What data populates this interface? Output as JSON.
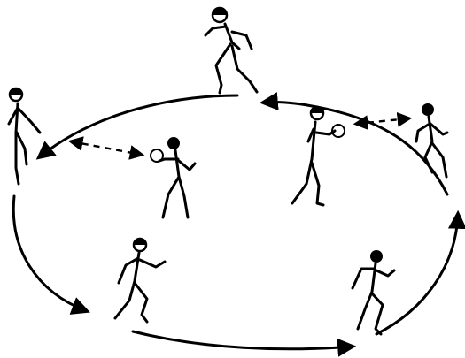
{
  "diagram": {
    "description_free": true,
    "colors": {
      "ink": "#000000",
      "paper": "#ffffff"
    },
    "figures": [
      {
        "id": "runner-top",
        "role": "running",
        "icon": "stick-figure-running-icon"
      },
      {
        "id": "runner-left",
        "role": "standing",
        "icon": "stick-figure-standing-icon"
      },
      {
        "id": "catcher-left",
        "role": "catching-ball",
        "icon": "stick-figure-with-ball-icon"
      },
      {
        "id": "thrower-center",
        "role": "throwing-ball",
        "icon": "stick-figure-with-ball-icon"
      },
      {
        "id": "runner-right",
        "role": "running",
        "icon": "stick-figure-running-icon"
      },
      {
        "id": "runner-bottom-left",
        "role": "running",
        "icon": "stick-figure-running-icon"
      },
      {
        "id": "runner-bottom-right",
        "role": "running",
        "icon": "stick-figure-running-icon"
      }
    ],
    "connectors": [
      {
        "id": "oval-path",
        "style": "solid",
        "arrowheads": "single"
      },
      {
        "id": "pass-left",
        "style": "dashed",
        "arrowheads": "double"
      },
      {
        "id": "pass-right",
        "style": "dashed",
        "arrowheads": "double"
      }
    ]
  }
}
